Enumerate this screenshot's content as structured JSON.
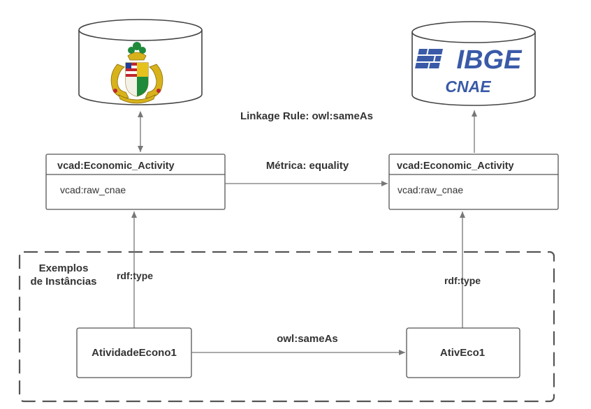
{
  "linkage_rule": "Linkage Rule: owl:sameAs",
  "metric": "Métrica: equality",
  "examples_label": [
    "Exemplos",
    "de Instâncias"
  ],
  "left_class": {
    "title": "vcad:Economic_Activity",
    "attribute": "vcad:raw_cnae"
  },
  "right_class": {
    "title": "vcad:Economic_Activity",
    "attribute": "vcad:raw_cnae"
  },
  "left_instance": "AtividadeEcono1",
  "right_instance": "AtivEco1",
  "rdf_type_left": "rdf:type",
  "rdf_type_right": "rdf:type",
  "instance_link": "owl:sameAs",
  "ibge_logo": {
    "brand": "IBGE",
    "subtitle": "CNAE"
  },
  "colors": {
    "ibge_blue": "#3a5aa8",
    "seal_gold": "#d8b21a",
    "seal_green": "#1f8a3a",
    "seal_red": "#c0262c"
  },
  "icons": {
    "left_db": "maranhao-seal",
    "right_db": "ibge-logo"
  }
}
